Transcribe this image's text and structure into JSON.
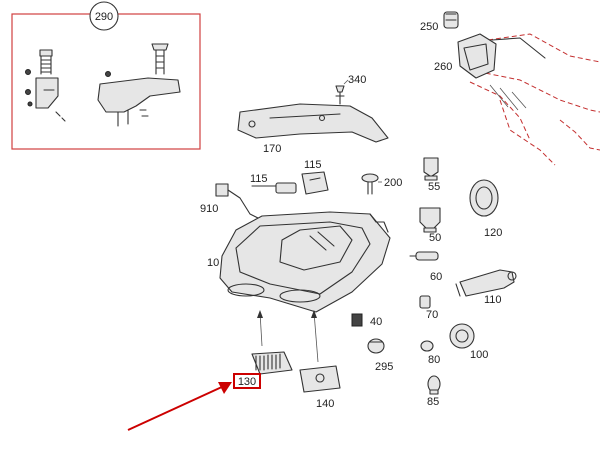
{
  "diagram": {
    "accent_color": "#cc0000",
    "detail_box_color": "#d04040",
    "highlighted_part": "130",
    "parts": [
      {
        "id": "p290",
        "label": "290"
      },
      {
        "id": "p250",
        "label": "250"
      },
      {
        "id": "p260",
        "label": "260"
      },
      {
        "id": "p340",
        "label": "340"
      },
      {
        "id": "p170",
        "label": "170"
      },
      {
        "id": "p115a",
        "label": "115"
      },
      {
        "id": "p115b",
        "label": "115"
      },
      {
        "id": "p200",
        "label": "200"
      },
      {
        "id": "p55",
        "label": "55"
      },
      {
        "id": "p910",
        "label": "910"
      },
      {
        "id": "p120",
        "label": "120"
      },
      {
        "id": "p50",
        "label": "50"
      },
      {
        "id": "p10",
        "label": "10"
      },
      {
        "id": "p60",
        "label": "60"
      },
      {
        "id": "p110",
        "label": "110"
      },
      {
        "id": "p70",
        "label": "70"
      },
      {
        "id": "p40",
        "label": "40"
      },
      {
        "id": "p100",
        "label": "100"
      },
      {
        "id": "p80",
        "label": "80"
      },
      {
        "id": "p295",
        "label": "295"
      },
      {
        "id": "p130",
        "label": "130"
      },
      {
        "id": "p140",
        "label": "140"
      },
      {
        "id": "p85",
        "label": "85"
      }
    ]
  }
}
